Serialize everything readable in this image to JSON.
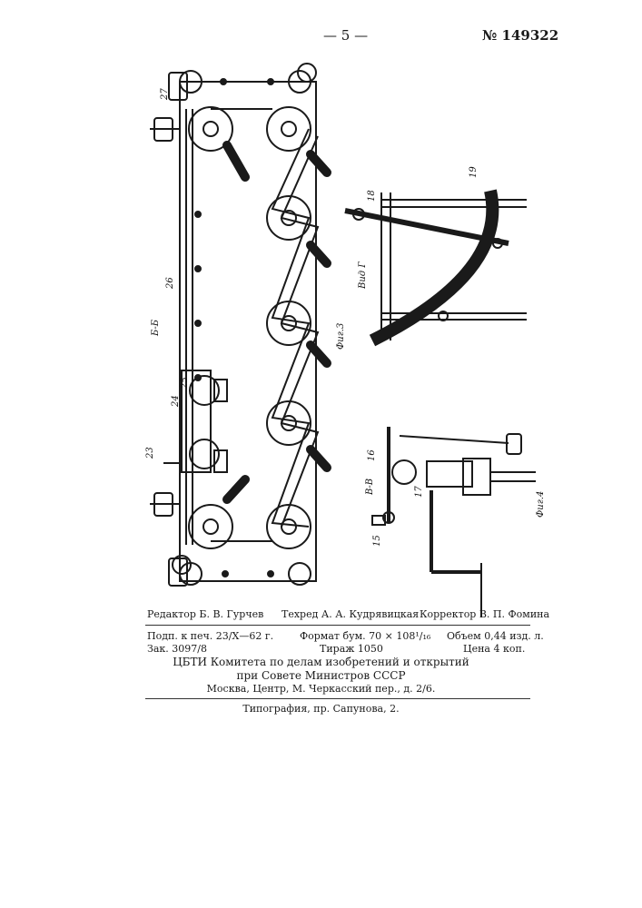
{
  "header": {
    "page_number": "— 5 —",
    "patent_number": "№ 149322"
  },
  "figures": {
    "section_label": "Б-Б",
    "fig3_caption": "Фиг.3",
    "view_g_label": "Вид Г",
    "fig4_caption": "Фиг.4",
    "section_bb_label": "В-В",
    "part_numbers": [
      "27",
      "26",
      "25",
      "24",
      "23",
      "18",
      "19",
      "16",
      "17",
      "15"
    ]
  },
  "footer": {
    "editor": "Редактор Б. В. Гурчев",
    "techred": "Техред А. А. Кудрявицкая",
    "corrector": "Корректор В. П. Фомина",
    "signed": "Подп. к печ. 23/X—62 г.",
    "format": "Формат бум. 70 × 108¹/₁₆",
    "volume": "Объем 0,44 изд. л.",
    "order": "Зак. 3097/8",
    "circulation": "Тираж 1050",
    "price": "Цена 4 коп.",
    "org_line1": "ЦБТИ Комитета по делам изобретений и открытий",
    "org_line2": "при Совете Министров СССР",
    "address": "Москва, Центр, М. Черкасский пер., д. 2/6.",
    "printer": "Типография, пр. Сапунова, 2."
  }
}
